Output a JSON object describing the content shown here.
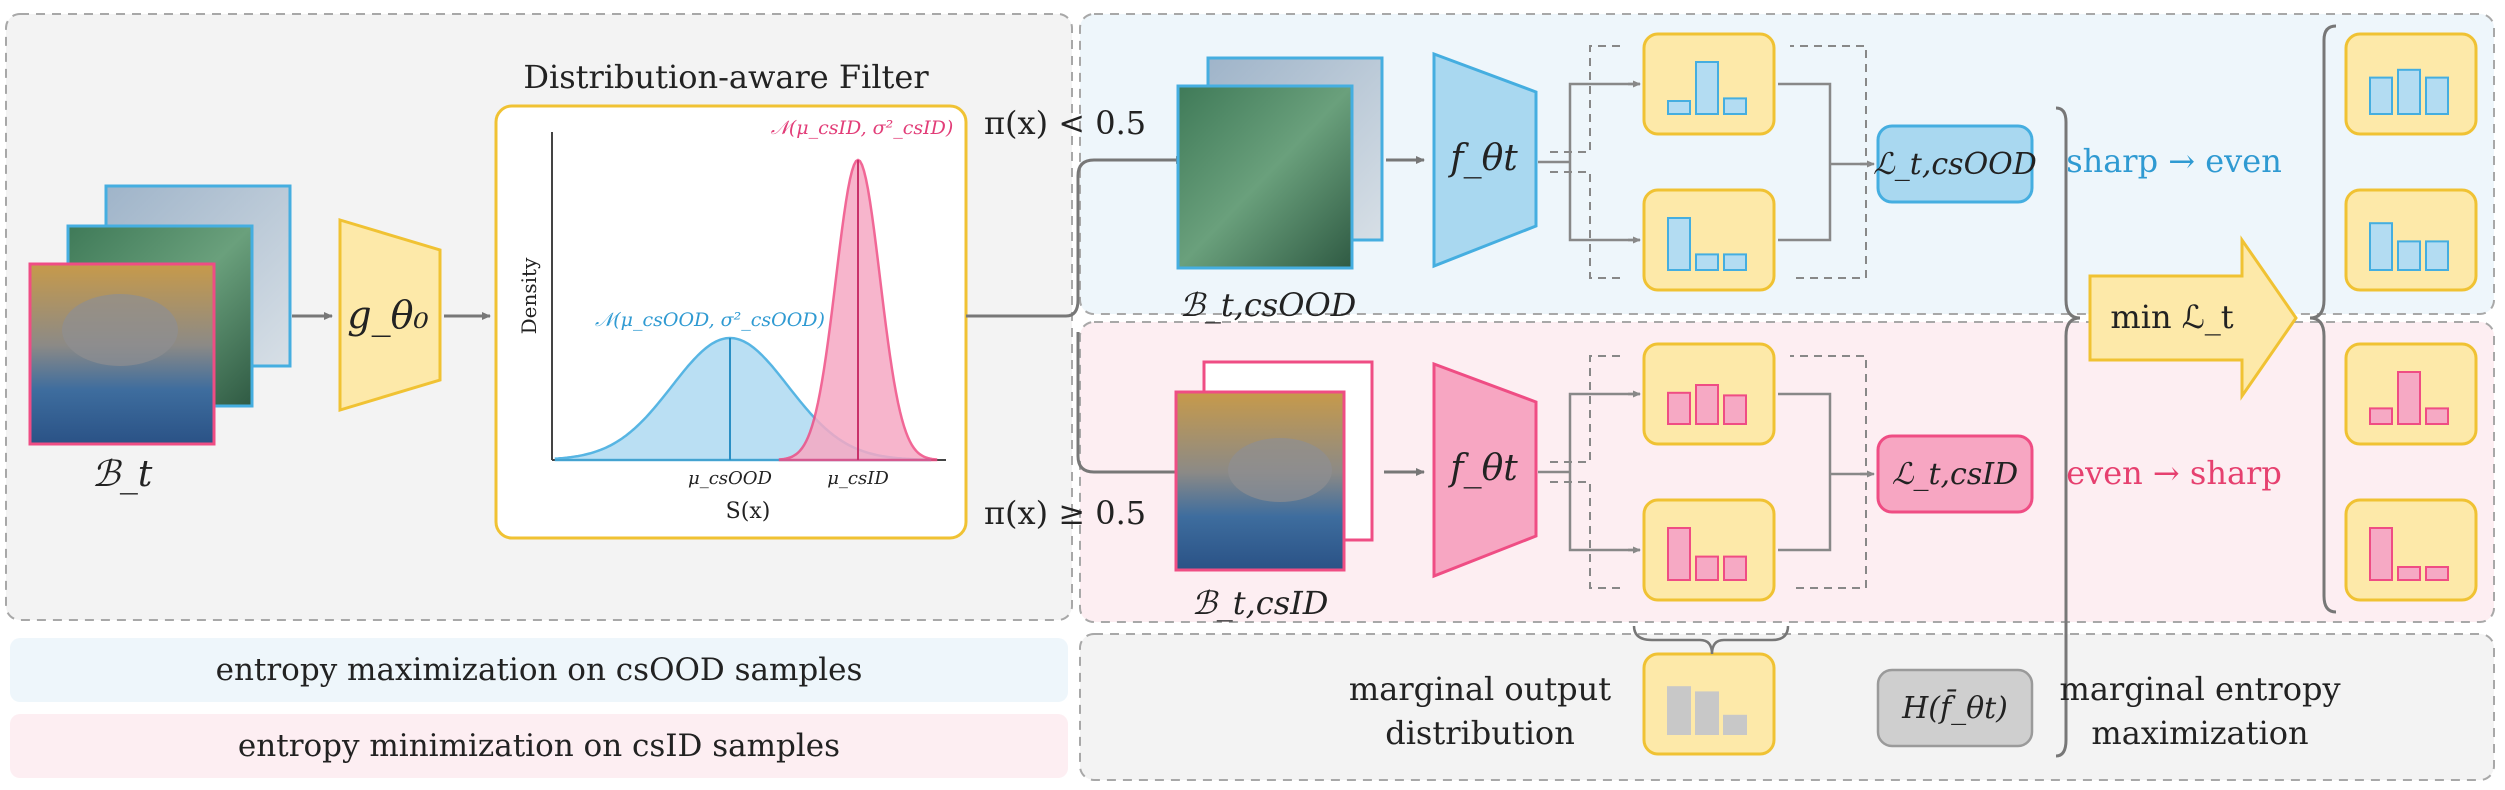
{
  "filter": {
    "title": "Distribution-aware Filter",
    "y_axis_label": "Density",
    "x_axis_label": "S(x)",
    "csood_curve_label": "𝒩(μ_csOOD, σ²_csOOD)",
    "csid_curve_label": "𝒩(μ_csID, σ²_csID)",
    "csood_mean_label": "μ_csOOD",
    "csid_mean_label": "μ_csID"
  },
  "inputs": {
    "batch_label": "ℬ_t",
    "encoder_label": "g_θ₀"
  },
  "branches": {
    "top_condition": "π(x) < 0.5",
    "bottom_condition": "π(x) ≥ 0.5",
    "top_batch_label": "ℬ_t,csOOD",
    "bottom_batch_label": "ℬ_t,csID",
    "model_label": "f_θt",
    "top_loss_label": "ℒ_t,csOOD",
    "bottom_loss_label": "ℒ_t,csID",
    "top_transition": "sharp → even",
    "bottom_transition": "even → sharp"
  },
  "objective": {
    "arrow_label": "min ℒ_t"
  },
  "legend": {
    "top": "entropy maximization on csOOD samples",
    "bottom": "entropy minimization on csID samples"
  },
  "marginal": {
    "output_label_line1": "marginal output",
    "output_label_line2": "distribution",
    "entropy_term": "H(f̄_θt)",
    "maximization_line1": "marginal entropy",
    "maximization_line2": "maximization"
  },
  "colors": {
    "csood_blue": "#45aee0",
    "csood_fill": "#b3dcf2",
    "csood_bg": "#eef6fb",
    "csid_pink": "#ef4d84",
    "csid_fill": "#f6a9c4",
    "csid_bg": "#fdeef2",
    "box_yellow": "#fde9a9",
    "box_border": "#f0c233",
    "gray": "#c8c8c8"
  }
}
